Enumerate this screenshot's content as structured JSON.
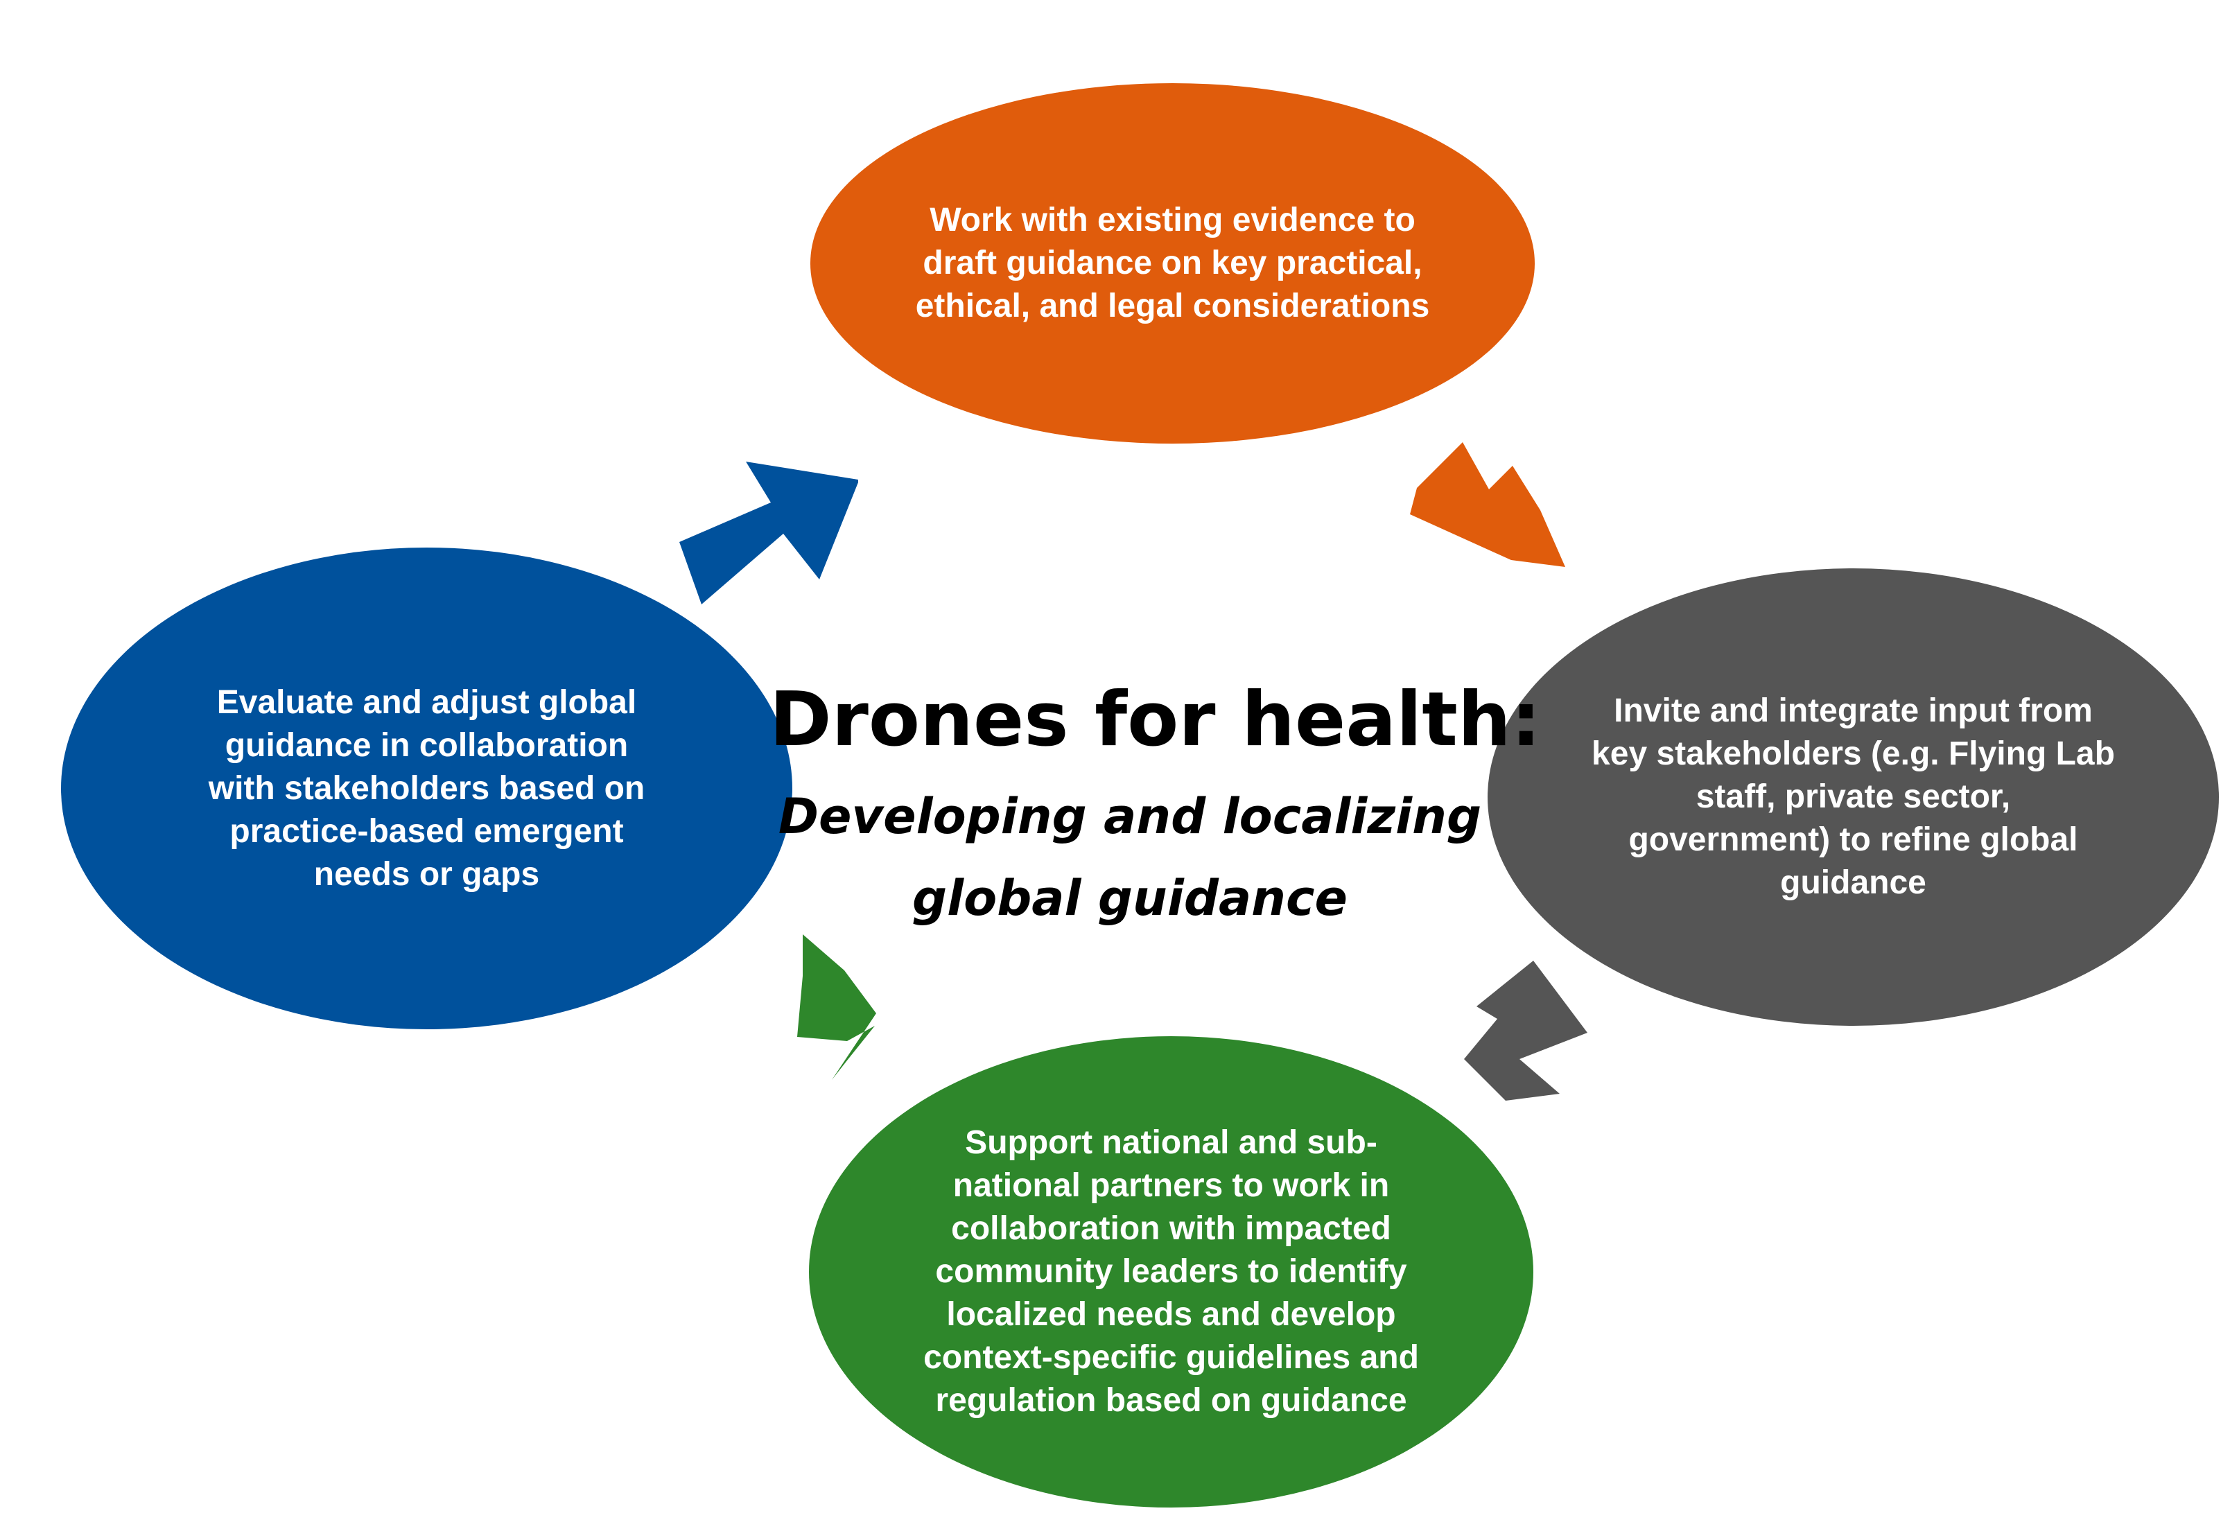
{
  "colors": {
    "orange": "#E05C0C",
    "gray": "#555555",
    "green": "#2E872B",
    "blue": "#00519C"
  },
  "title": {
    "main": "Drones for health:",
    "sub": "Developing and localizing\nglobal guidance"
  },
  "nodes": {
    "top": {
      "text": "Work with existing evidence to\ndraft guidance on key practical,\nethical, and legal considerations"
    },
    "right": {
      "text": "Invite and integrate input from\nkey stakeholders (e.g. Flying Lab\nstaff, private sector,\ngovernment) to refine global\nguidance"
    },
    "bottom": {
      "text": "Support national and sub-\nnational partners to work in\ncollaboration with impacted\ncommunity leaders to identify\nlocalized needs and develop\ncontext-specific guidelines and\nregulation based on guidance"
    },
    "left": {
      "text": "Evaluate and adjust global\nguidance in collaboration\nwith stakeholders based on\npractice-based emergent\nneeds or gaps"
    }
  },
  "icons": {
    "arrows": [
      "arrow-top-to-right-icon",
      "arrow-right-to-bottom-icon",
      "arrow-bottom-to-left-icon",
      "arrow-left-to-top-icon"
    ]
  }
}
